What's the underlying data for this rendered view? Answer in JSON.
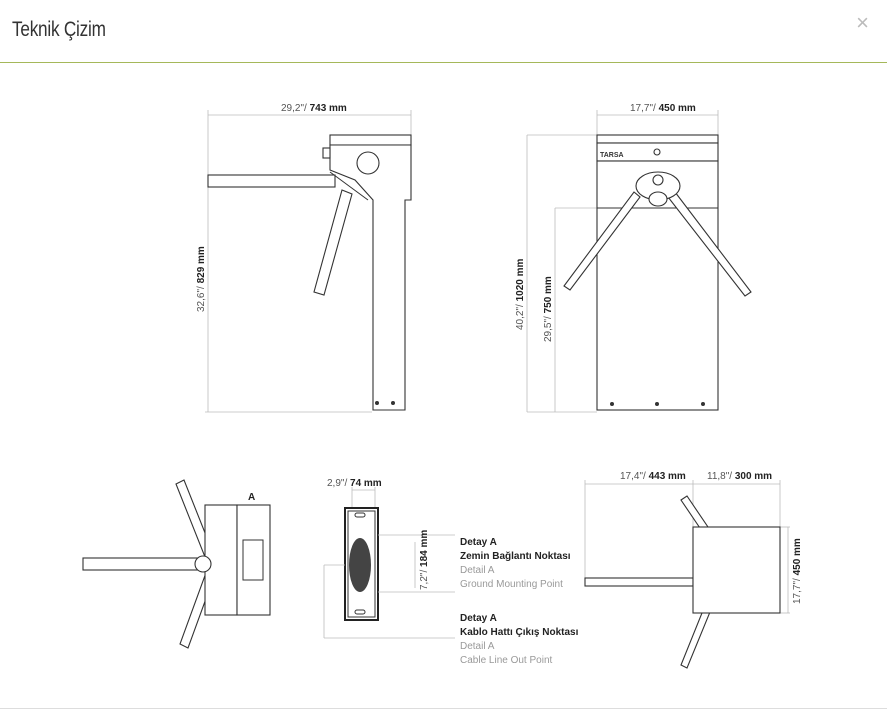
{
  "modal": {
    "title": "Teknik Çizim",
    "close_icon": "×"
  },
  "drawing": {
    "side_width": {
      "imperial": "29,2\"/ ",
      "metric": "743 mm"
    },
    "side_height": {
      "imperial": "32,6\"/ ",
      "metric": "829 mm"
    },
    "front_width": {
      "imperial": "17,7\"/ ",
      "metric": "450 mm"
    },
    "front_height": {
      "imperial": "40,2\"/ ",
      "metric": "1020 mm"
    },
    "front_arm_height": {
      "imperial": "29,5\"/ ",
      "metric": "750 mm"
    },
    "logo": "TARSA",
    "detail_marker": "A",
    "detail_width": {
      "imperial": "2,9\"/ ",
      "metric": "74 mm"
    },
    "detail_height": {
      "imperial": "7,2\"/ ",
      "metric": "184 mm"
    },
    "top_width_a": {
      "imperial": "17,4\"/ ",
      "metric": "443 mm"
    },
    "top_width_b": {
      "imperial": "11,8\"/ ",
      "metric": "300 mm"
    },
    "top_depth": {
      "imperial": "17,7\"/ ",
      "metric": "450 mm"
    },
    "note_ground": {
      "tr_title": "Detay A",
      "tr_desc": "Zemin Bağlantı Noktası",
      "en_title": "Detail A",
      "en_desc": "Ground Mounting Point"
    },
    "note_cable": {
      "tr_title": "Detay A",
      "tr_desc": "Kablo Hattı Çıkış Noktası",
      "en_title": "Detail A",
      "en_desc": "Cable Line Out Point"
    }
  }
}
